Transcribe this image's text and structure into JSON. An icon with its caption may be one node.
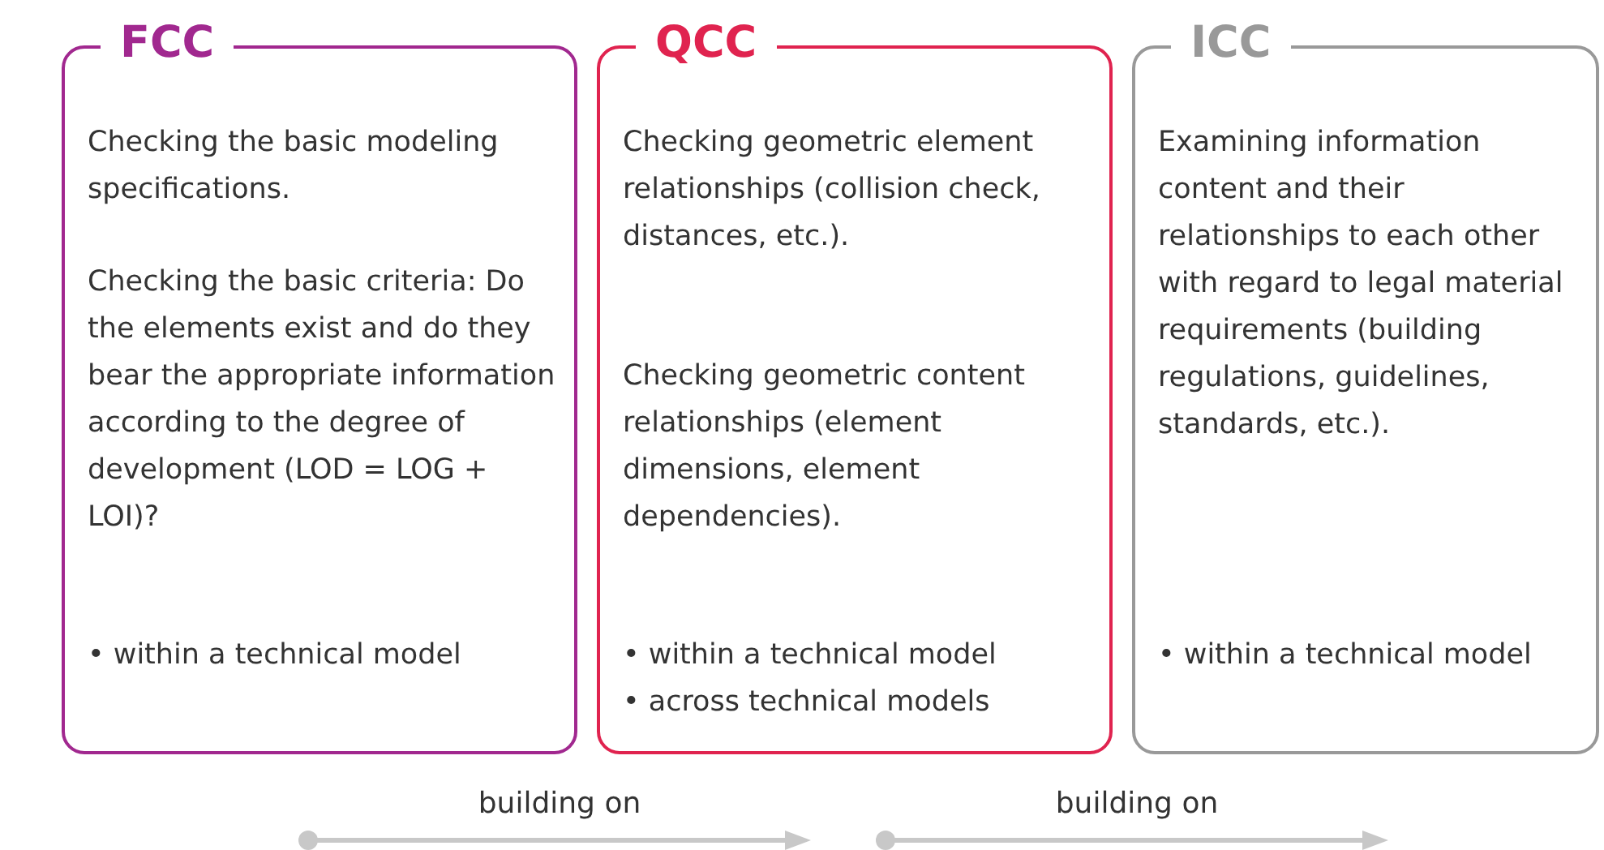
{
  "diagram": {
    "nodes": [
      {
        "text": [
          "FCC",
          "Checking the basic modeling specifications.",
          "Checking the basic criteria: Do the elements exist and do they bear the appropriate information according to the degree of development (LOD = LOG + LOI)?",
          "• within a technical model"
        ]
      },
      {
        "text": [
          "QCC",
          "Checking geometric element relationships (collision check, distances, etc.).",
          "Checking geometric content relationships (element dimensions, element dependencies).",
          "• within a technical model",
          "• across technical models"
        ]
      },
      {
        "text": [
          "ICC",
          "Examining information content and their relationships to each other with regard to legal material requirements (building regulations, guidelines, standards, etc.).",
          "• within a technical model"
        ]
      }
    ],
    "labels": [
      "building on",
      "building on"
    ]
  }
}
